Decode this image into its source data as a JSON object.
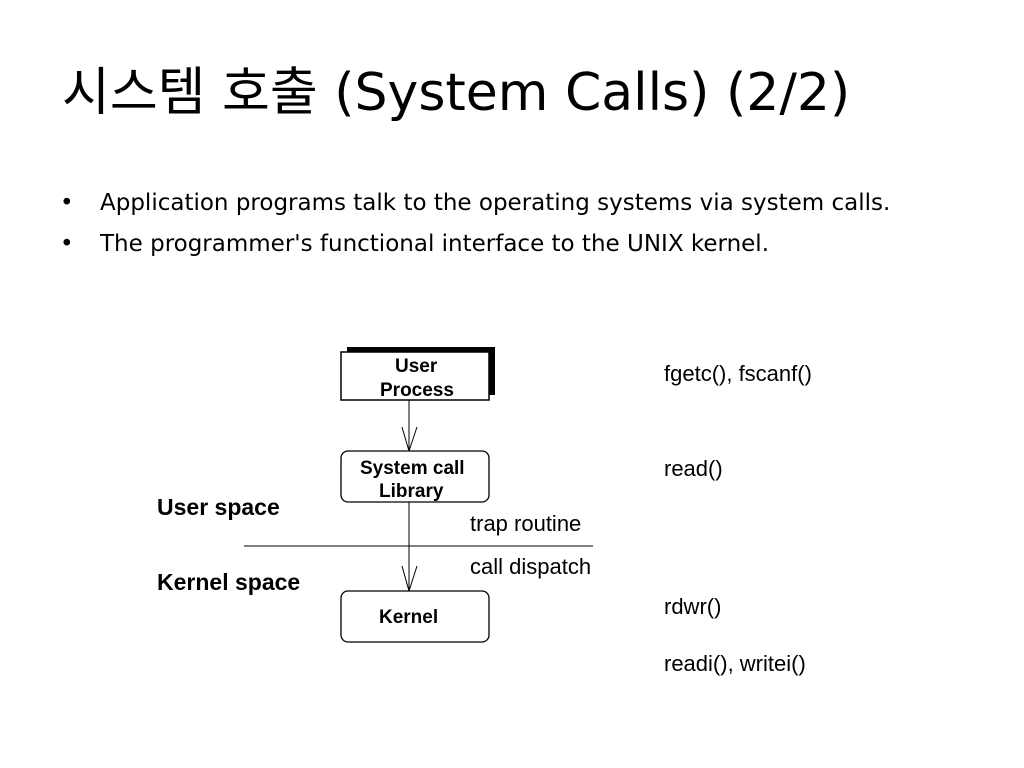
{
  "slide": {
    "title": "시스템 호출 (System Calls) (2/2)",
    "bullets": [
      "Application programs talk to the operating systems via system calls.",
      "The programmer's functional interface to the UNIX kernel."
    ],
    "bullet_glyph": "•"
  },
  "diagram": {
    "boxes": {
      "user_process": [
        "User",
        "Process"
      ],
      "system_call_library": [
        "System call",
        "Library"
      ],
      "kernel": [
        "Kernel"
      ]
    },
    "space_labels": {
      "user_space": "User space",
      "kernel_space": "Kernel space"
    },
    "transition_labels": {
      "trap_routine": "trap routine",
      "call_dispatch": "call dispatch"
    },
    "function_labels": {
      "user_process_funcs": "fgetc(), fscanf()",
      "library_funcs": "read()",
      "kernel_funcs_1": "rdwr()",
      "kernel_funcs_2": "readi(), writei()"
    }
  }
}
